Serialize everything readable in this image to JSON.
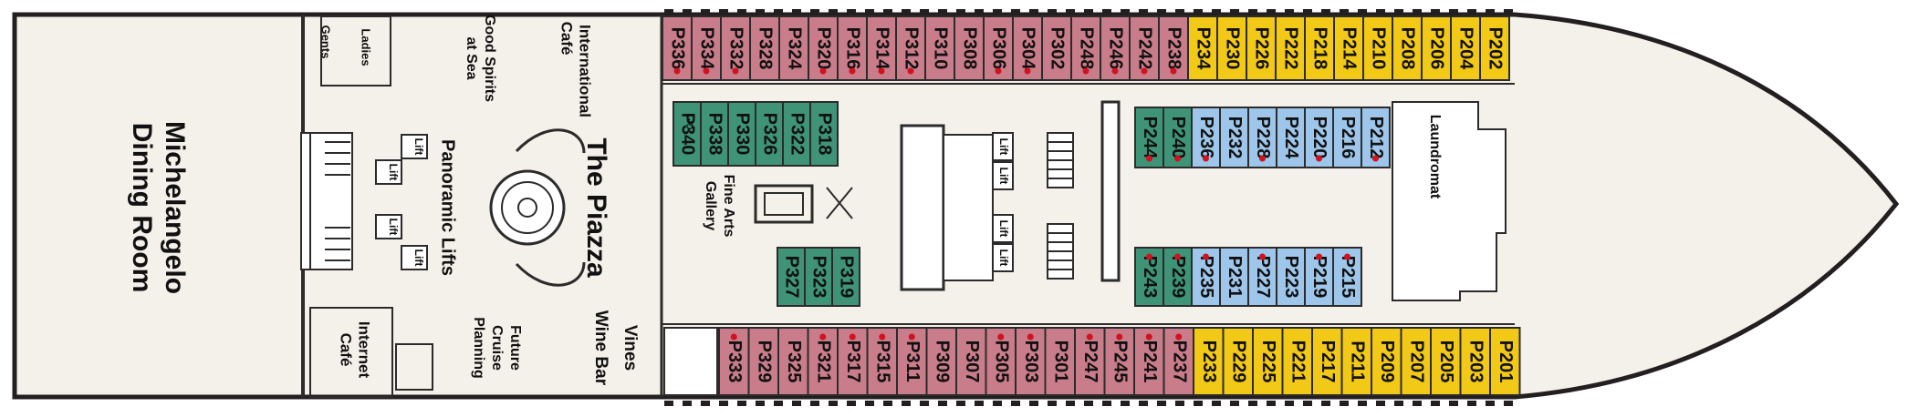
{
  "colors": {
    "deck_floor": "#f4f0ea",
    "hull_outline": "#231f20",
    "cabin_pink": "#c97c8a",
    "cabin_yellow": "#f2c916",
    "cabin_blue": "#9ec6ea",
    "cabin_teal": "#3f9478",
    "accessible_marker": "#d1121f",
    "structure_line": "#2b2b2b"
  },
  "venues": {
    "dining_room_line1": "Michelangelo",
    "dining_room_line2": "Dining Room",
    "piazza": "The Piazza",
    "panoramic_lifts": "Panoramic Lifts",
    "fine_arts_line1": "Fine Arts",
    "fine_arts_line2": "Gallery",
    "laundromat": "Laundromat",
    "ladies": "Ladies",
    "gents": "Gents",
    "good_spirits_line1": "Good Spirits",
    "good_spirits_line2": "at Sea",
    "international_line1": "International",
    "international_line2": "Café",
    "internet_line1": "Internet",
    "internet_line2": "Café",
    "future_line1": "Future",
    "future_line2": "Cruise",
    "future_line3": "Planning",
    "vines_line1": "Vines",
    "vines_line2": "Wine Bar"
  },
  "lift_label": "Lift",
  "cabins": {
    "top_row": [
      {
        "id": "P336",
        "color": "pink",
        "marker": true
      },
      {
        "id": "P334",
        "color": "pink",
        "marker": true
      },
      {
        "id": "P332",
        "color": "pink",
        "marker": true
      },
      {
        "id": "P328",
        "color": "pink",
        "marker": false
      },
      {
        "id": "P324",
        "color": "pink",
        "marker": false
      },
      {
        "id": "P320",
        "color": "pink",
        "marker": true
      },
      {
        "id": "P316",
        "color": "pink",
        "marker": true
      },
      {
        "id": "P314",
        "color": "pink",
        "marker": true
      },
      {
        "id": "P312",
        "color": "pink",
        "marker": true
      },
      {
        "id": "P310",
        "color": "pink",
        "marker": false
      },
      {
        "id": "P308",
        "color": "pink",
        "marker": false
      },
      {
        "id": "P306",
        "color": "pink",
        "marker": true
      },
      {
        "id": "P304",
        "color": "pink",
        "marker": true
      },
      {
        "id": "P302",
        "color": "pink",
        "marker": false
      },
      {
        "id": "P248",
        "color": "pink",
        "marker": true
      },
      {
        "id": "P246",
        "color": "pink",
        "marker": true
      },
      {
        "id": "P242",
        "color": "pink",
        "marker": true
      },
      {
        "id": "P238",
        "color": "pink",
        "marker": true
      },
      {
        "id": "P234",
        "color": "yellow",
        "marker": false
      },
      {
        "id": "P230",
        "color": "yellow",
        "marker": false
      },
      {
        "id": "P226",
        "color": "yellow",
        "marker": false
      },
      {
        "id": "P222",
        "color": "yellow",
        "marker": false
      },
      {
        "id": "P218",
        "color": "yellow",
        "marker": false
      },
      {
        "id": "P214",
        "color": "yellow",
        "marker": false
      },
      {
        "id": "P210",
        "color": "yellow",
        "marker": false
      },
      {
        "id": "P208",
        "color": "yellow",
        "marker": false
      },
      {
        "id": "P206",
        "color": "yellow",
        "marker": false
      },
      {
        "id": "P204",
        "color": "yellow",
        "marker": false
      },
      {
        "id": "P202",
        "color": "yellow",
        "marker": false
      }
    ],
    "bottom_row": [
      {
        "id": "P333",
        "color": "pink",
        "marker": true
      },
      {
        "id": "P329",
        "color": "pink",
        "marker": false
      },
      {
        "id": "P325",
        "color": "pink",
        "marker": false
      },
      {
        "id": "P321",
        "color": "pink",
        "marker": true
      },
      {
        "id": "P317",
        "color": "pink",
        "marker": true
      },
      {
        "id": "P315",
        "color": "pink",
        "marker": true
      },
      {
        "id": "P311",
        "color": "pink",
        "marker": true
      },
      {
        "id": "P309",
        "color": "pink",
        "marker": false
      },
      {
        "id": "P307",
        "color": "pink",
        "marker": false
      },
      {
        "id": "P305",
        "color": "pink",
        "marker": true
      },
      {
        "id": "P303",
        "color": "pink",
        "marker": true
      },
      {
        "id": "P301",
        "color": "pink",
        "marker": false
      },
      {
        "id": "P247",
        "color": "pink",
        "marker": true
      },
      {
        "id": "P245",
        "color": "pink",
        "marker": true
      },
      {
        "id": "P241",
        "color": "pink",
        "marker": true
      },
      {
        "id": "P237",
        "color": "pink",
        "marker": true
      },
      {
        "id": "P233",
        "color": "yellow",
        "marker": false
      },
      {
        "id": "P229",
        "color": "yellow",
        "marker": false
      },
      {
        "id": "P225",
        "color": "yellow",
        "marker": false
      },
      {
        "id": "P221",
        "color": "yellow",
        "marker": false
      },
      {
        "id": "P217",
        "color": "yellow",
        "marker": false
      },
      {
        "id": "P211",
        "color": "yellow",
        "marker": false
      },
      {
        "id": "P209",
        "color": "yellow",
        "marker": false
      },
      {
        "id": "P207",
        "color": "yellow",
        "marker": false
      },
      {
        "id": "P205",
        "color": "yellow",
        "marker": false
      },
      {
        "id": "P203",
        "color": "yellow",
        "marker": false
      },
      {
        "id": "P201",
        "color": "yellow",
        "marker": false
      }
    ],
    "inner_top_teal": [
      {
        "id": "P340",
        "color": "teal",
        "marker": false,
        "accessible": true
      },
      {
        "id": "P338",
        "color": "teal",
        "marker": false
      },
      {
        "id": "P330",
        "color": "teal",
        "marker": false
      },
      {
        "id": "P326",
        "color": "teal",
        "marker": false
      },
      {
        "id": "P322",
        "color": "teal",
        "marker": false
      },
      {
        "id": "P318",
        "color": "teal",
        "marker": false
      }
    ],
    "inner_bottom_teal": [
      {
        "id": "P327",
        "color": "teal",
        "marker": false
      },
      {
        "id": "P323",
        "color": "teal",
        "marker": false
      },
      {
        "id": "P319",
        "color": "teal",
        "marker": false
      }
    ],
    "inner_top_fwd": [
      {
        "id": "P244",
        "color": "teal",
        "marker": true
      },
      {
        "id": "P240",
        "color": "teal",
        "marker": true
      },
      {
        "id": "P236",
        "color": "blue",
        "marker": true
      },
      {
        "id": "P232",
        "color": "blue",
        "marker": false
      },
      {
        "id": "P228",
        "color": "blue",
        "marker": true
      },
      {
        "id": "P224",
        "color": "blue",
        "marker": false
      },
      {
        "id": "P220",
        "color": "blue",
        "marker": true
      },
      {
        "id": "P216",
        "color": "blue",
        "marker": false
      },
      {
        "id": "P212",
        "color": "blue",
        "marker": true
      }
    ],
    "inner_bottom_fwd": [
      {
        "id": "P243",
        "color": "teal",
        "marker": true
      },
      {
        "id": "P239",
        "color": "teal",
        "marker": true
      },
      {
        "id": "P235",
        "color": "blue",
        "marker": true
      },
      {
        "id": "P231",
        "color": "blue",
        "marker": false
      },
      {
        "id": "P227",
        "color": "blue",
        "marker": true
      },
      {
        "id": "P223",
        "color": "blue",
        "marker": false
      },
      {
        "id": "P219",
        "color": "blue",
        "marker": true
      },
      {
        "id": "P215",
        "color": "blue",
        "marker": true
      }
    ]
  }
}
